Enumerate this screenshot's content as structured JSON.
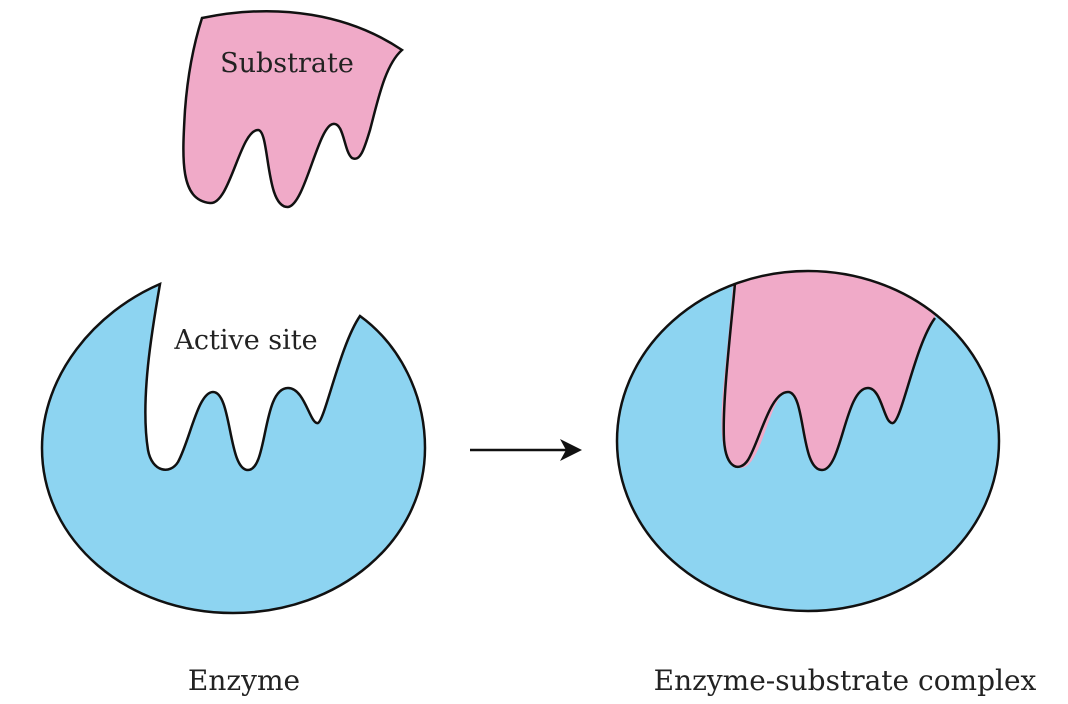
{
  "labels": {
    "substrate": "Substrate",
    "active_site": "Active site",
    "enzyme": "Enzyme",
    "complex": "Enzyme-substrate complex"
  },
  "colors": {
    "enzyme": "#8dd4f1",
    "substrate": "#f0aac8",
    "outline": "#111111"
  },
  "icons": {
    "arrow": "arrow-right-icon"
  }
}
